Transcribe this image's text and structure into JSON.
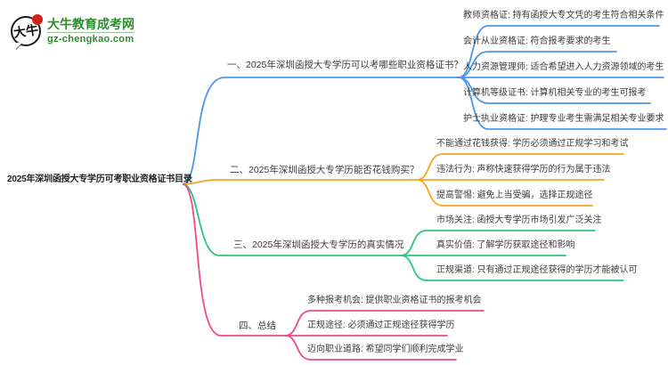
{
  "logo": {
    "icon_text": "大牛",
    "title": "大牛教育成考网",
    "subtitle": "gz-chengkao.com",
    "brand_green": "#2e8b2e",
    "seal_red": "#cf2118"
  },
  "mindmap": {
    "root": "2025年深圳函授大专学历可考职业资格证书目录",
    "text_color": "#3c3c3c",
    "branches": [
      {
        "label": "一、2025年深圳函授大专学历可以考哪些职业资格证书？",
        "color": "#4a96ec",
        "children": [
          "教师资格证: 持有函授大专文凭的考生符合相关条件",
          "会计从业资格证: 符合报考要求的考生",
          "人力资源管理师: 适合希望进入人力资源领域的考生",
          "计算机等级证书: 计算机相关专业的考生可报考",
          "护士执业资格证: 护理专业考生需满足相关专业要求"
        ]
      },
      {
        "label": "二、2025年深圳函授大专学历能否花钱购买？",
        "color": "#f5a623",
        "children": [
          "不能通过花钱获得: 学历必须通过正规学习和考试",
          "违法行为: 声称快速获得学历的行为属于违法",
          "提高警惕: 避免上当受骗，选择正规途径"
        ]
      },
      {
        "label": "三、2025年深圳函授大专学历的真实情况",
        "color": "#2ec47f",
        "children": [
          "市场关注: 函授大专学历市场引发广泛关注",
          "真实价值: 了解学历获取途径和影响",
          "正规渠道: 只有通过正规途径获得的学历才能被认可"
        ]
      },
      {
        "label": "四、总结",
        "color": "#f0478f",
        "children": [
          "多种报考机会: 提供职业资格证书的报考机会",
          "正规途径: 必须通过正规途径获得学历",
          "迈向职业道路: 希望同学们顺利完成学业"
        ]
      }
    ]
  }
}
